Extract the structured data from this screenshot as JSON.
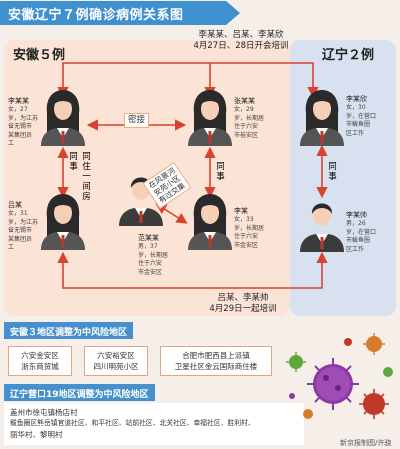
{
  "header": {
    "title": "安徽辽宁７例确诊病例关系图"
  },
  "regions": {
    "anhui": "安徽５例",
    "liaoning": "辽宁２例"
  },
  "top_note": {
    "line1": "李某某、吕某、李某欣",
    "line2": "4月27日、28日开会培训"
  },
  "bottom_note": {
    "line1": "吕某、李某帅",
    "line2": "4月29日一起培训"
  },
  "people": {
    "li_mou_mou": {
      "name": "李某某",
      "desc": [
        "女，27",
        "岁，为江苏",
        "省无锡市",
        "某集团员",
        "工"
      ]
    },
    "zhang_mou_mou": {
      "name": "张某某",
      "desc": [
        "女，29",
        "岁，长期居",
        "住于六安",
        "市裕安区"
      ]
    },
    "lv_mou": {
      "name": "吕某",
      "desc": [
        "女，31",
        "岁，为江苏",
        "省无锡市",
        "某集团员",
        "工"
      ]
    },
    "fan_mou_mou": {
      "name": "范某某",
      "desc": [
        "男，37",
        "岁，长期居",
        "住于六安",
        "市金安区"
      ]
    },
    "li_mou": {
      "name": "李某",
      "desc": [
        "女，33",
        "岁，长期居",
        "住于六安",
        "市金安区"
      ]
    },
    "li_mou_xin": {
      "name": "李某欣",
      "desc": [
        "女，30",
        "岁，在营口",
        "市鲅鱼圈",
        "区工作"
      ]
    },
    "li_mou_shuai": {
      "name": "李某帅",
      "desc": [
        "男，26",
        "岁，在营口",
        "市鲅鱼圈",
        "区工作"
      ]
    }
  },
  "relations": {
    "close_contact": "密接",
    "colleague_roommate": [
      "同",
      "事",
      "同",
      "住",
      "一",
      "间",
      "房"
    ],
    "colleague_1": [
      "同",
      "事"
    ],
    "colleague_2": [
      "同",
      "事"
    ],
    "community_contact": [
      "在风景河",
      "安苑小区",
      "有过交集"
    ]
  },
  "anhui_section": {
    "title": "安徽３地区调整为中风险地区",
    "areas": [
      [
        "六安金安区",
        "浙东商贸城"
      ],
      [
        "六安裕安区",
        "四川明苑小区"
      ],
      [
        "合肥市肥西县上派镇",
        "卫星社区金云国际商住楼"
      ]
    ]
  },
  "liaoning_section": {
    "title": "辽宁营口19地区调整为中风险地区",
    "lines": [
      "盖州市徐屯镇杨店村",
      "鲅鱼圈区熊岳镇官道社区、和平社区、站前社区、北关社区、幸福社区、胜利村、",
      "丽华村、黎明村"
    ]
  },
  "credit": "新京报制图/许骁",
  "colors": {
    "header_blue": "#3f90cf",
    "panel_pink": "#fbe3d6",
    "panel_blue": "#d8e1ef",
    "line_red": "#d8422f",
    "virus_purple": "#8a3aa0",
    "virus_red": "#c0392b",
    "virus_green": "#5fa83d",
    "virus_orange": "#d97a2b"
  }
}
